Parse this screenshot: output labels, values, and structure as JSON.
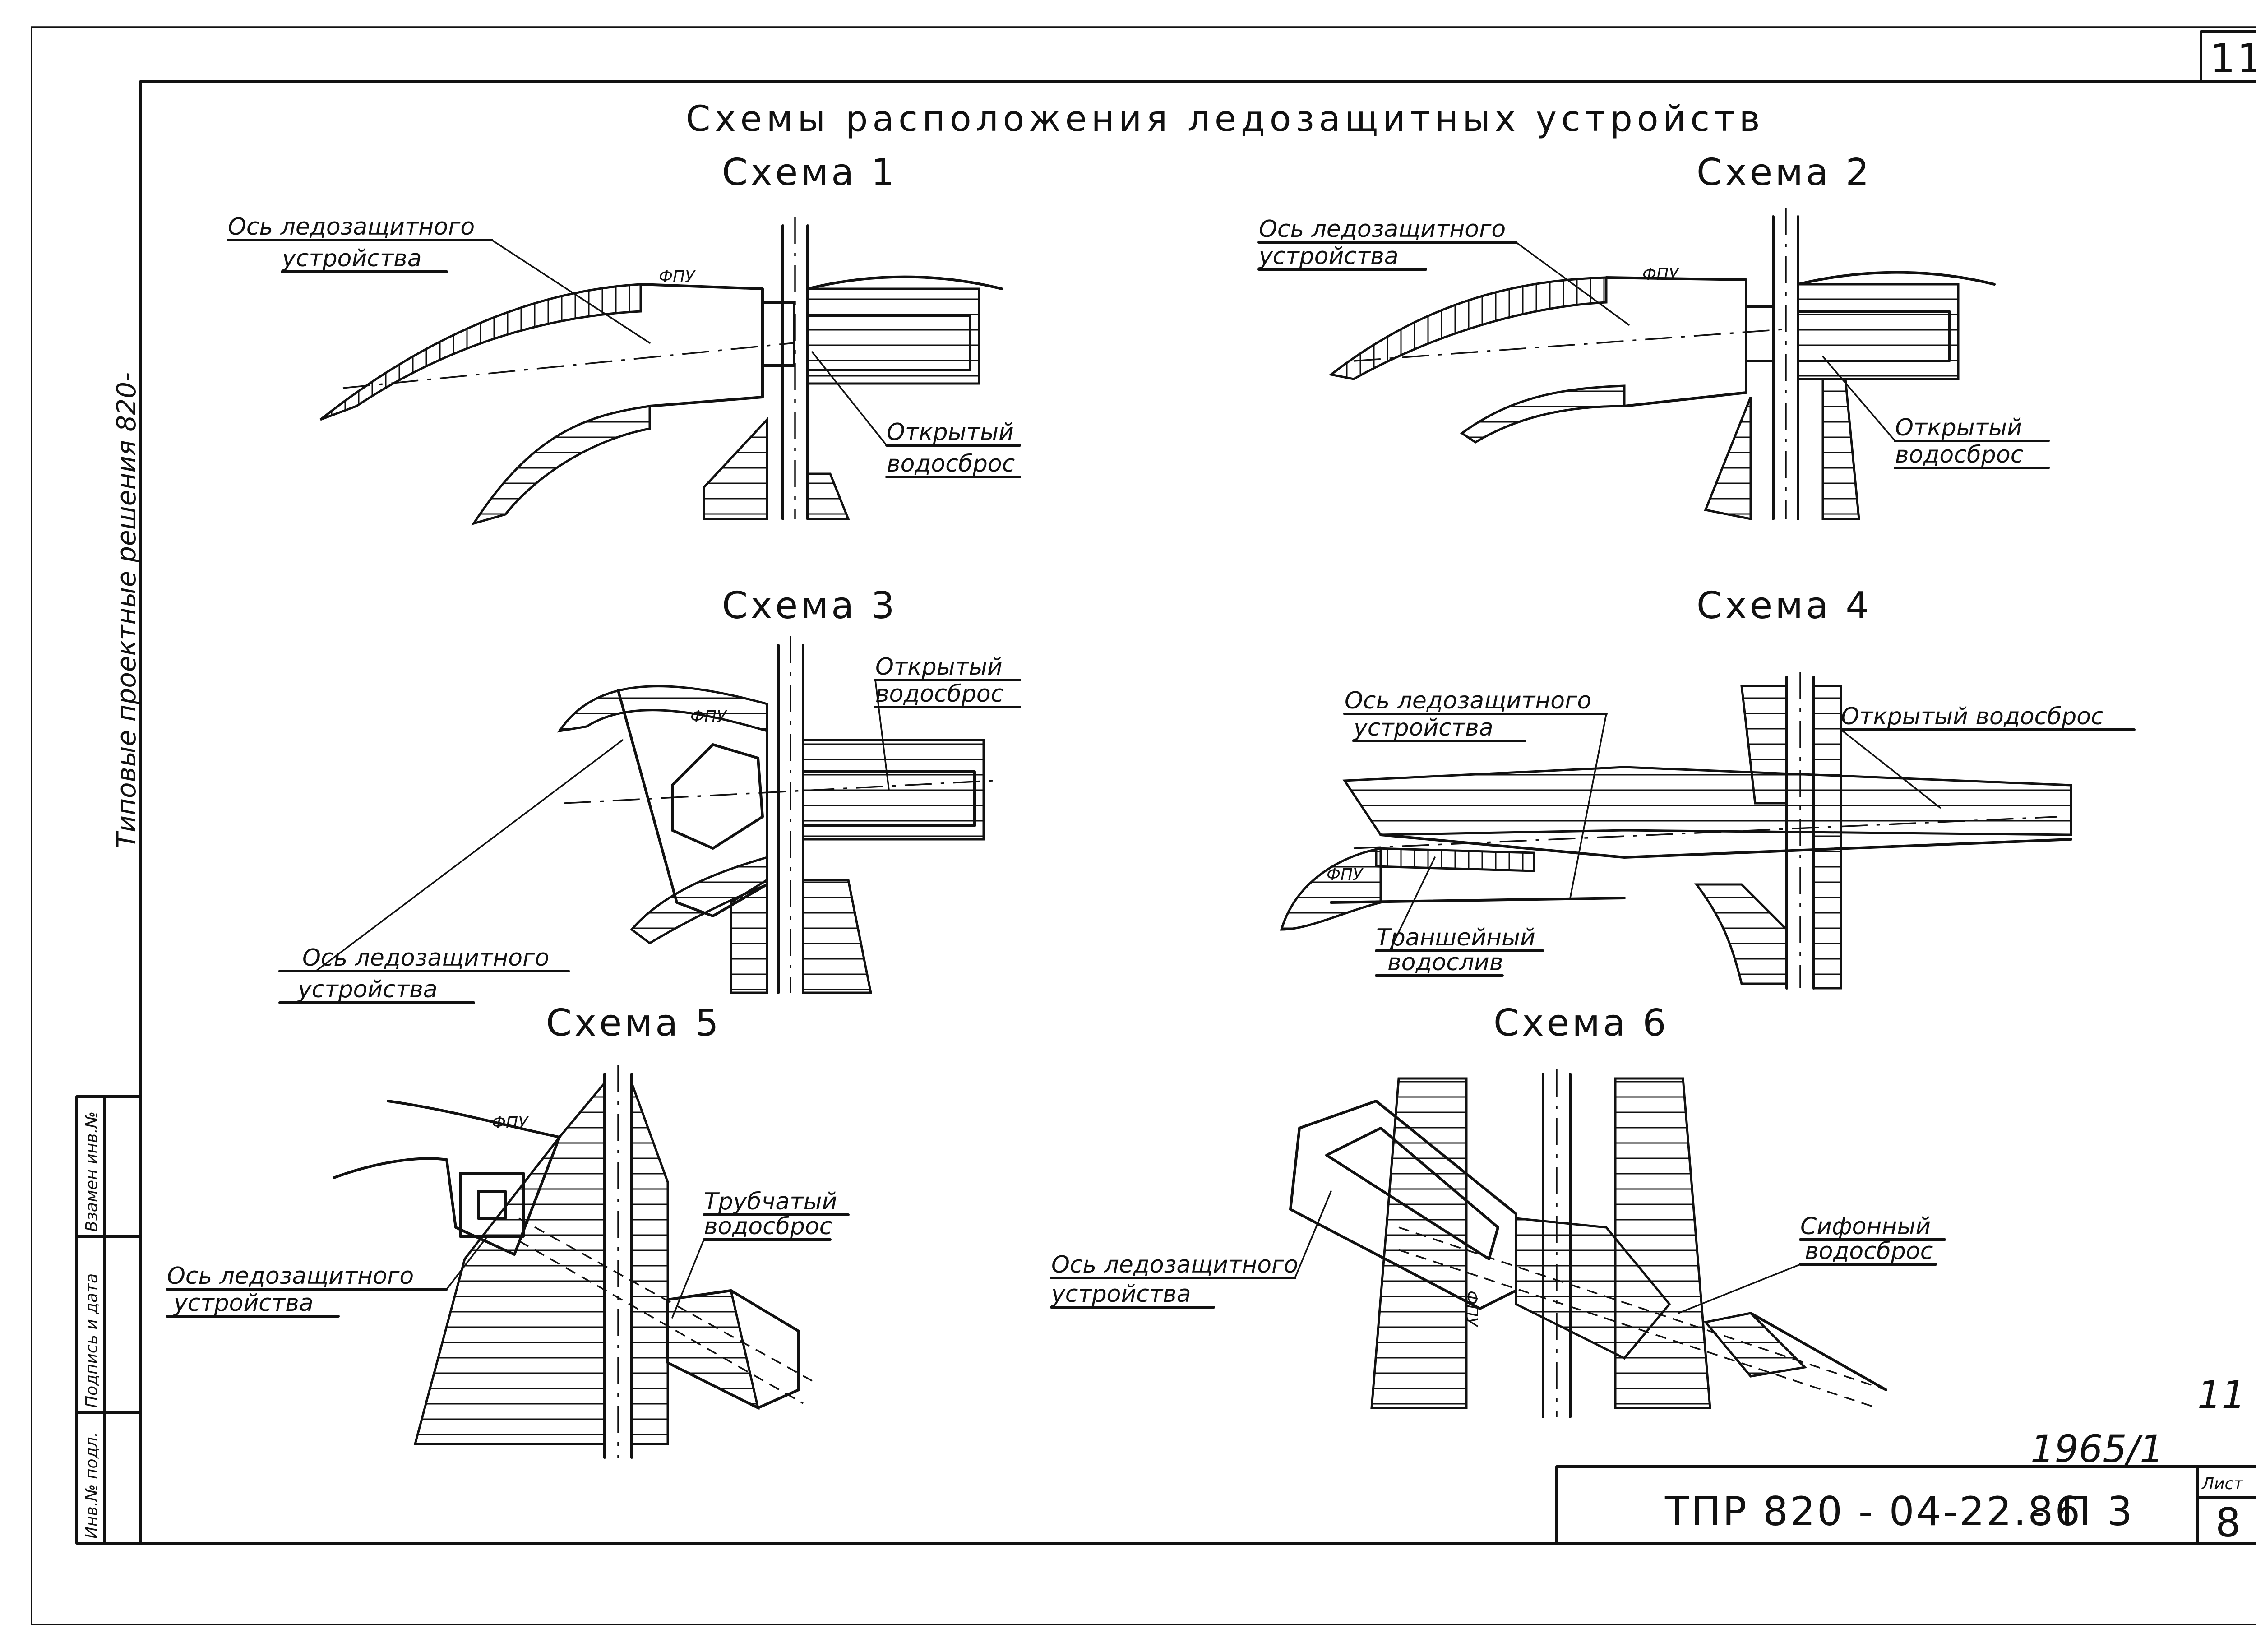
{
  "sheet_number_top": "11",
  "main_title": "Схемы расположения ледозащитных устройств",
  "side_caption": "Типовые проектные решения 820-",
  "margin_stamps": [
    "Инв.№ подл.",
    "Подпись и дата",
    "Взамен инв.№"
  ],
  "schemes": [
    {
      "title": "Схема 1",
      "labels": [
        "Ось ледозащитного",
        "устройства",
        "Открытый",
        "водосброс",
        "ФПУ"
      ]
    },
    {
      "title": "Схема 2",
      "labels": [
        "Ось ледозащитного",
        "устройства",
        "Открытый",
        "водосброс",
        "ФПУ"
      ]
    },
    {
      "title": "Схема 3",
      "labels": [
        "Открытый",
        "водосброс",
        "Ось ледозащитного",
        "устройства",
        "ФПУ"
      ]
    },
    {
      "title": "Схема 4",
      "labels": [
        "Ось ледозащитного",
        "устройства",
        "Открытый водосброс",
        "Траншейный",
        "водослив",
        "ФПУ"
      ]
    },
    {
      "title": "Схема 5",
      "labels": [
        "Трубчатый",
        "водосброс",
        "Ось ледозащитного",
        "устройства",
        "ФПУ"
      ]
    },
    {
      "title": "Схема 6",
      "labels": [
        "Ось ледозащитного",
        "устройства",
        "Сифонный",
        "водосброс",
        "ФПУ"
      ]
    }
  ],
  "title_block": {
    "code": "ТПР 820 - 04-22.86",
    "suffix": "- П 3",
    "sheet_label": "Лист",
    "sheet_value": "8"
  },
  "handwritten_number": "1965/1",
  "handwritten_mark": "11"
}
